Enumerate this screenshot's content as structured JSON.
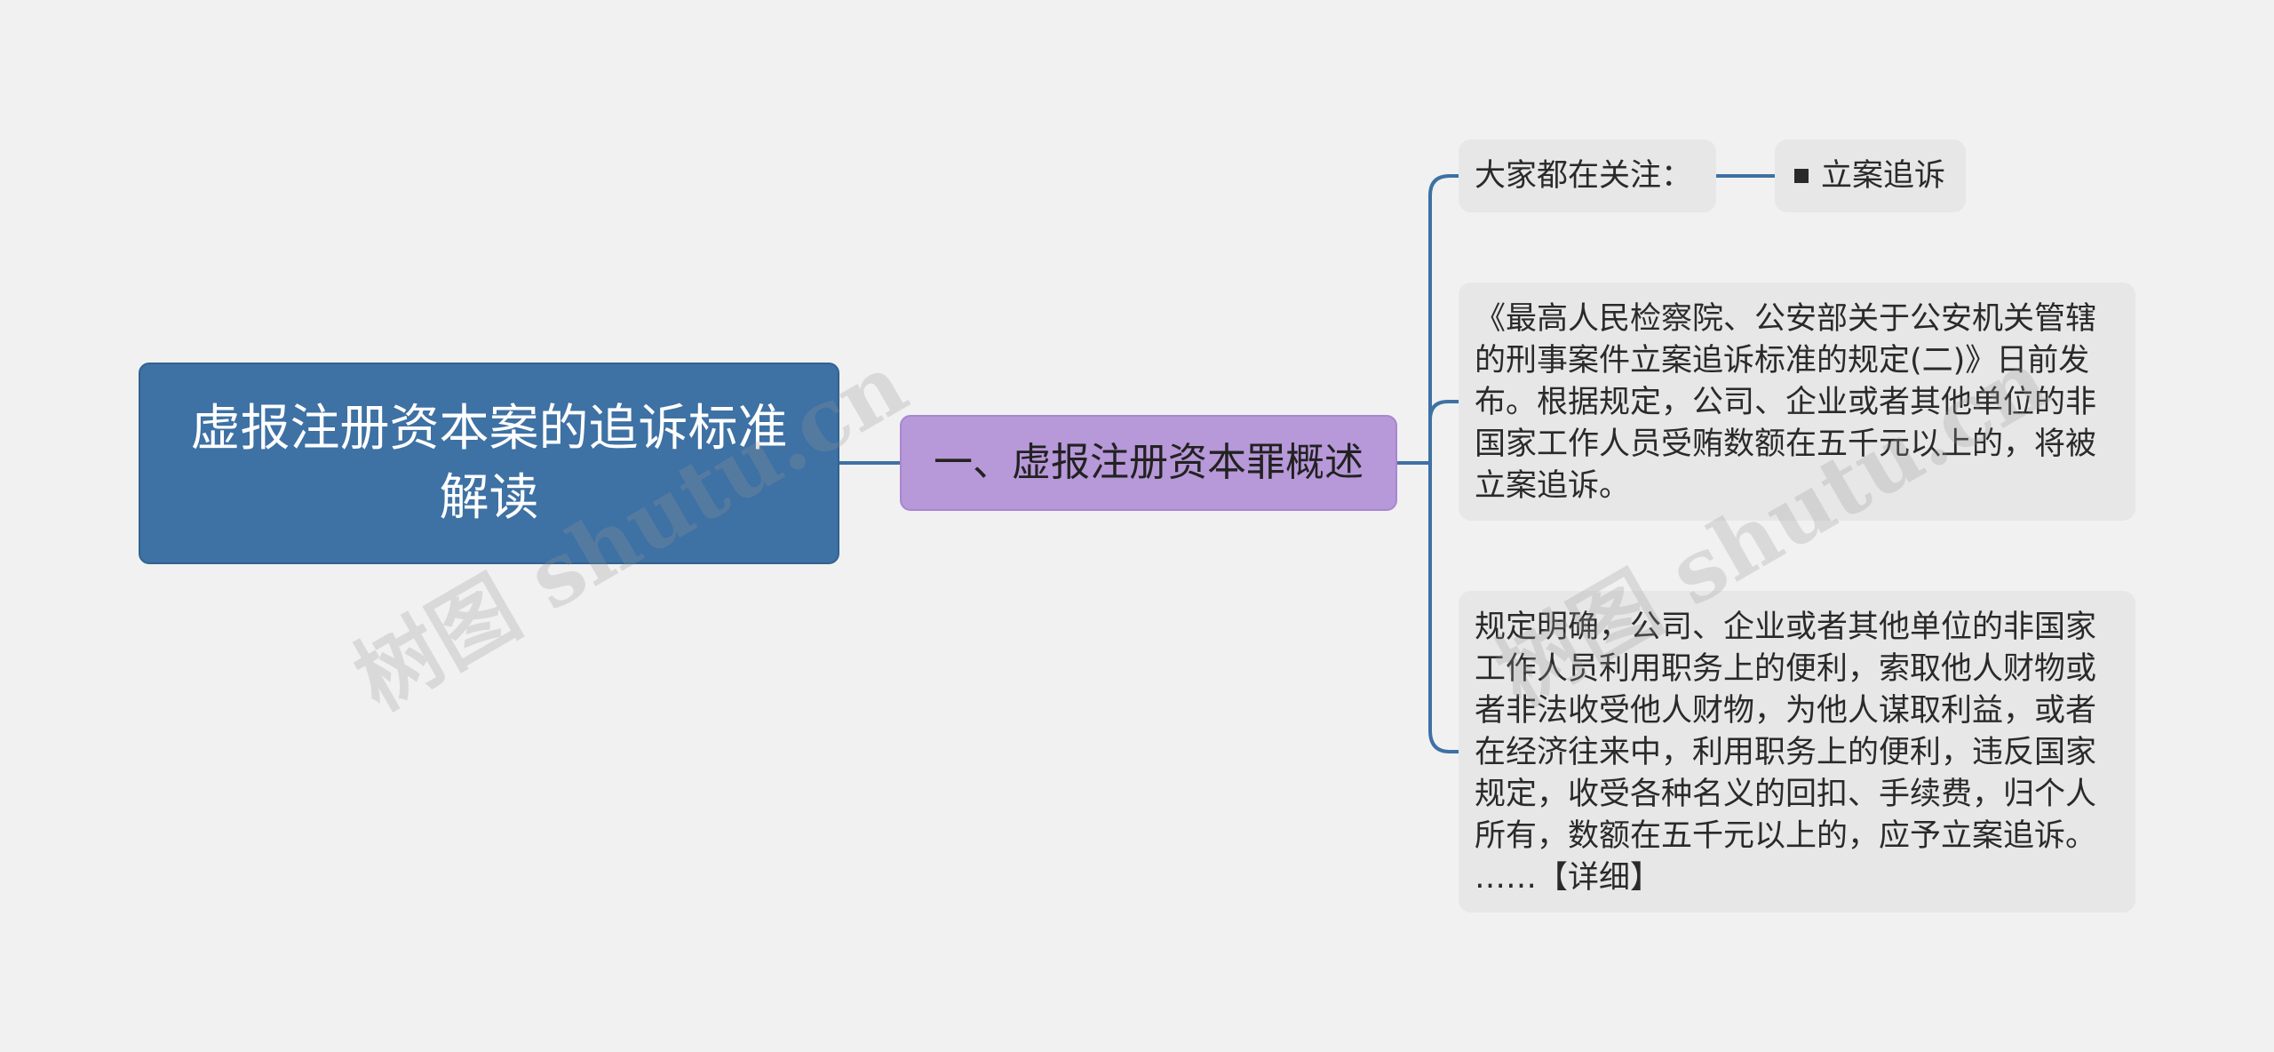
{
  "mindmap": {
    "root": {
      "label": "虚报注册资本案的追诉标准解读"
    },
    "branch": {
      "label": "一、虚报注册资本罪概述"
    },
    "leaves": {
      "focus_label": "大家都在关注：",
      "tag_label": "立案追诉",
      "rule_text": "《最高人民检察院、公安部关于公安机关管辖\n的刑事案件立案追诉标准的规定(二)》日前发\n布。根据规定，公司、企业或者其他单位的非\n国家工作人员受贿数额在五千元以上的，将被\n立案追诉。",
      "detail_text": "规定明确，公司、企业或者其他单位的非国家\n工作人员利用职务上的便利，索取他人财物或\n者非法收受他人财物，为他人谋取利益，或者\n在经济往来中，利用职务上的便利，违反国家\n规定，收受各种名义的回扣、手续费，归个人\n所有，数额在五千元以上的，应予立案追诉。\n……【详细】"
    },
    "colors": {
      "background": "#f1f1f2",
      "root": "#3e71a4",
      "branch": "#b798d8",
      "leaf": "#e7e7e8",
      "connector": "#3e71a4"
    }
  },
  "watermark": {
    "text_left": "树图 shutu.cn",
    "text_right": "树图 shutu.cn"
  }
}
